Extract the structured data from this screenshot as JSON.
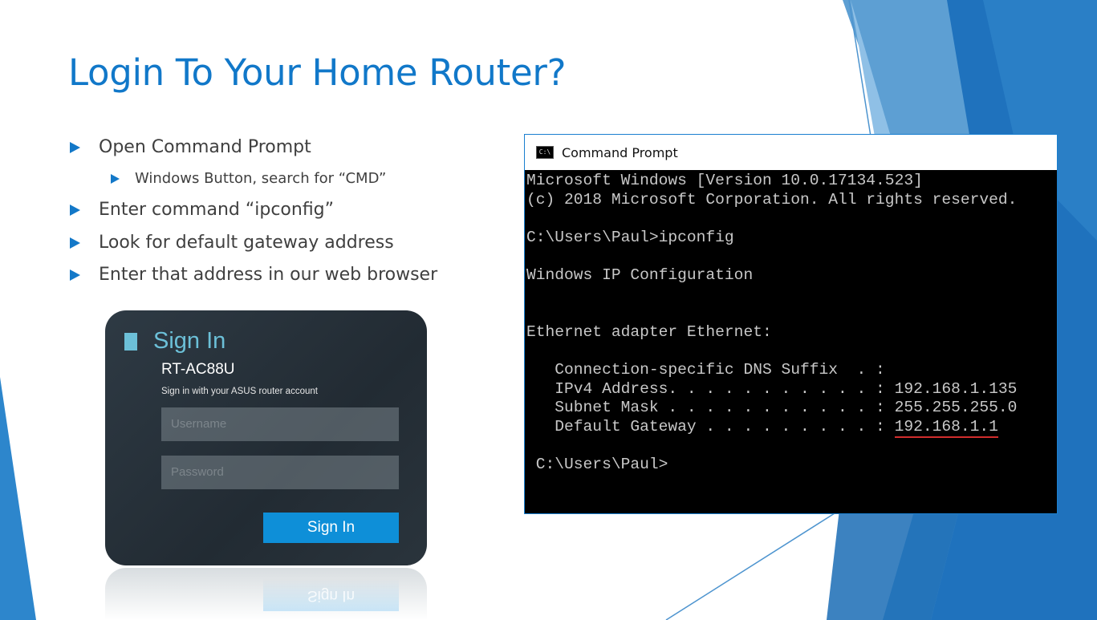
{
  "slide": {
    "title": "Login To Your Home Router?",
    "bullets": [
      {
        "text": "Open Command Prompt",
        "level": 1
      },
      {
        "text": "Windows Button, search for “CMD”",
        "level": 2
      },
      {
        "text": "Enter command “ipconfig”",
        "level": 1
      },
      {
        "text": "Look for default gateway address",
        "level": 1
      },
      {
        "text": "Enter that address in our web browser",
        "level": 1
      }
    ],
    "accent_color": "#1178c9"
  },
  "router_login": {
    "heading": "Sign In",
    "model": "RT-AC88U",
    "subtitle": "Sign in with your ASUS router account",
    "username_placeholder": "Username",
    "password_placeholder": "Password",
    "signin_button": "Sign In",
    "reflection_text": "Sign In"
  },
  "command_prompt": {
    "window_title": "Command Prompt",
    "icon_text": "C:\\",
    "lines": [
      "Microsoft Windows [Version 10.0.17134.523]",
      "(c) 2018 Microsoft Corporation. All rights reserved.",
      "",
      "C:\\Users\\Paul>ipconfig",
      "",
      "Windows IP Configuration",
      "",
      "",
      "Ethernet adapter Ethernet:",
      "",
      "   Connection-specific DNS Suffix  . :",
      "   IPv4 Address. . . . . . . . . . . : 192.168.1.135",
      "   Subnet Mask . . . . . . . . . . . : 255.255.255.0"
    ],
    "gateway_prefix": "   Default Gateway . . . . . . . . . : ",
    "gateway_value": "192.168.1.1",
    "after_lines": "\n C:\\Users\\Paul>"
  }
}
